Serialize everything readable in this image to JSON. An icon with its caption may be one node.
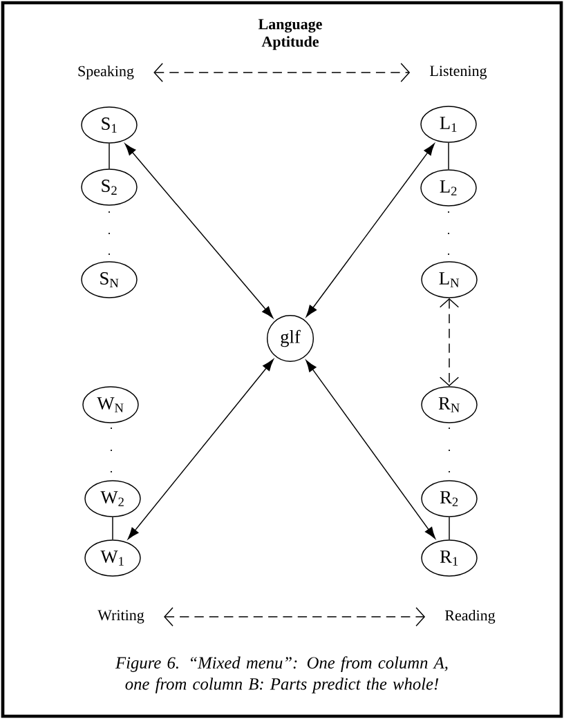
{
  "diagram": {
    "title": "Language Aptitude",
    "caption": "Figure 6. “Mixed menu”: One from column A, one from column B: Parts predict the whole!",
    "nodes": [
      {
        "text": [
          "Speaking"
        ]
      },
      {
        "text": [
          "Listening"
        ]
      },
      {
        "text": [
          "S$_{1}$"
        ]
      },
      {
        "text": [
          "S$_{2}$"
        ]
      },
      {
        "text": [
          "S$_{N}$"
        ]
      },
      {
        "text": [
          "L$_{1}$"
        ]
      },
      {
        "text": [
          "L$_{2}$"
        ]
      },
      {
        "text": [
          "L$_{N}$"
        ]
      },
      {
        "text": [
          "glf"
        ]
      },
      {
        "text": [
          "W$_{N}$"
        ]
      },
      {
        "text": [
          "W$_{2}$"
        ]
      },
      {
        "text": [
          "W$_{1}$"
        ]
      },
      {
        "text": [
          "R$_{N}$"
        ]
      },
      {
        "text": [
          "R$_{2}$"
        ]
      },
      {
        "text": [
          "R$_{1}$"
        ]
      },
      {
        "text": [
          "Writing"
        ]
      },
      {
        "text": [
          "Reading"
        ]
      }
    ],
    "edges": [
      {
        "from": 0,
        "to": 1,
        "arrow": "both",
        "style": "dashed"
      },
      {
        "from": 2,
        "to": 3,
        "arrow": "none"
      },
      {
        "from": 5,
        "to": 6,
        "arrow": "none"
      },
      {
        "from": 8,
        "to": 2,
        "arrow": "both"
      },
      {
        "from": 8,
        "to": 5,
        "arrow": "both"
      },
      {
        "from": 7,
        "to": 12,
        "arrow": "both",
        "style": "dashed"
      },
      {
        "from": 8,
        "to": 11,
        "arrow": "both"
      },
      {
        "from": 8,
        "to": 14,
        "arrow": "both"
      },
      {
        "from": 10,
        "to": 11,
        "arrow": "none"
      },
      {
        "from": 13,
        "to": 14,
        "arrow": "none"
      },
      {
        "from": 15,
        "to": 16,
        "arrow": "both",
        "style": "dashed"
      }
    ]
  }
}
